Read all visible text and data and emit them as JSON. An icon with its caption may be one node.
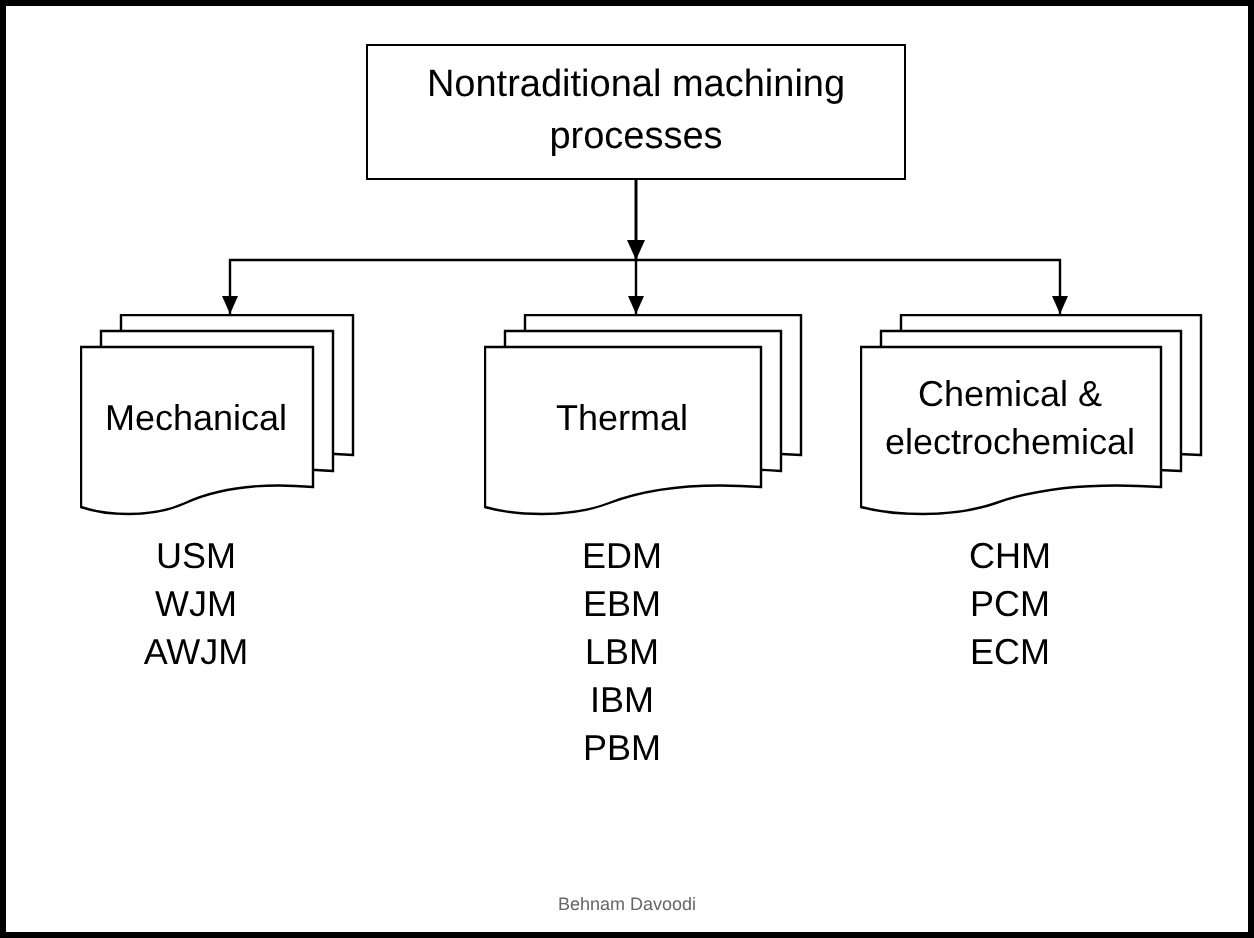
{
  "diagram": {
    "nodes": [
      {
        "text": [
          "Nontraditional machining processes"
        ]
      },
      {
        "text": [
          "Mechanical"
        ],
        "beside": [
          "USM",
          "WJM",
          "AWJM"
        ]
      },
      {
        "text": [
          "Thermal"
        ],
        "beside": [
          "EDM",
          "EBM",
          "LBM",
          "IBM",
          "PBM"
        ]
      },
      {
        "text": [
          "Chemical & electrochemical"
        ],
        "beside": [
          "CHM",
          "PCM",
          "ECM"
        ]
      }
    ],
    "edges": [
      {
        "from": 0,
        "to": 1,
        "arrow": "to"
      },
      {
        "from": 0,
        "to": 2,
        "arrow": "to"
      },
      {
        "from": 0,
        "to": 3,
        "arrow": "to"
      }
    ],
    "labels": [
      "Behnam Davoodi"
    ]
  }
}
